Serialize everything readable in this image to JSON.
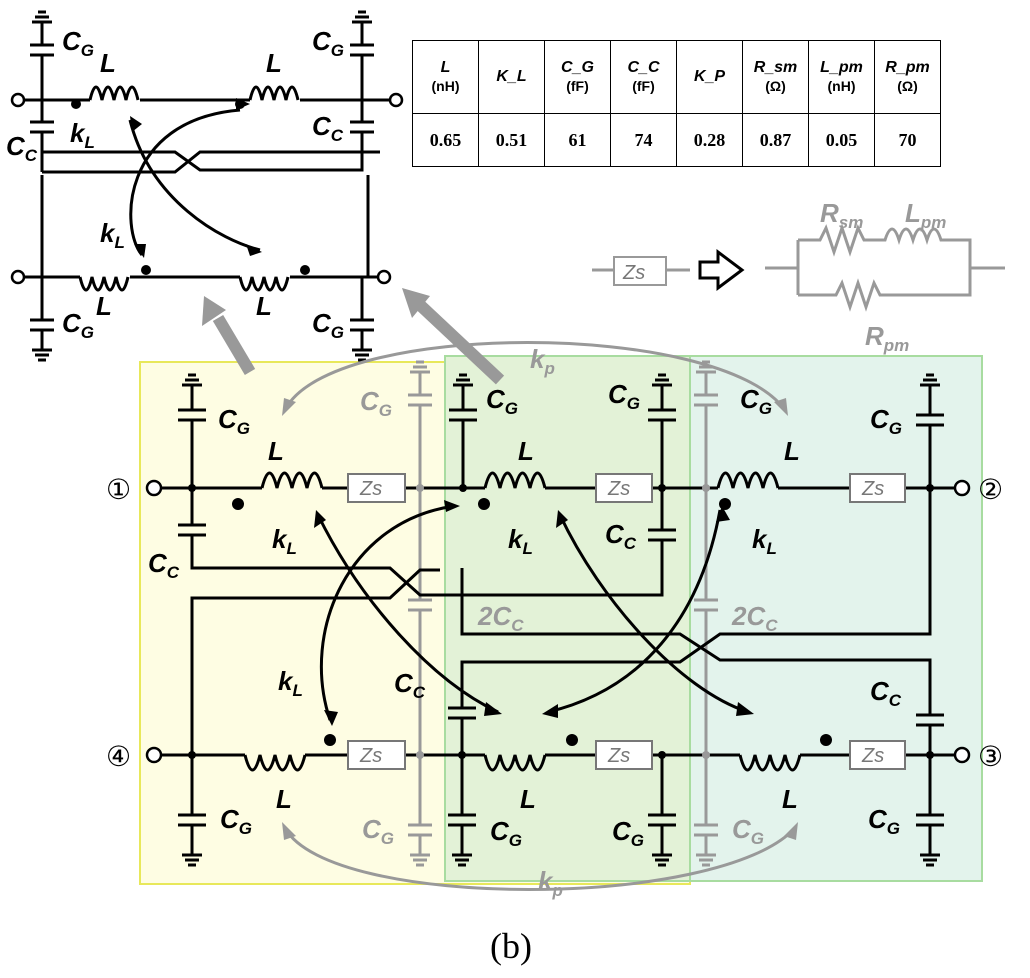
{
  "table": {
    "headers": [
      {
        "name": "L",
        "unit": "(nH)"
      },
      {
        "name": "K_L",
        "unit": ""
      },
      {
        "name": "C_G",
        "unit": "(fF)"
      },
      {
        "name": "C_C",
        "unit": "(fF)"
      },
      {
        "name": "K_P",
        "unit": ""
      },
      {
        "name": "R_sm",
        "unit": "(Ω)"
      },
      {
        "name": "L_pm",
        "unit": "(nH)"
      },
      {
        "name": "R_pm",
        "unit": "(Ω)"
      }
    ],
    "values": [
      "0.65",
      "0.51",
      "61",
      "74",
      "0.28",
      "0.87",
      "0.05",
      "70"
    ]
  },
  "labels": {
    "L": "L",
    "C": "C",
    "k": "k",
    "Zs": "Zs",
    "G": "G",
    "Csub": "C",
    "Lsub": "L",
    "two_cc": "2C",
    "p": "p",
    "R": "R",
    "sm": "sm",
    "pm": "pm"
  },
  "ports": {
    "p1": "①",
    "p2": "②",
    "p3": "③",
    "p4": "④"
  },
  "caption": "(b)",
  "colors": {
    "yellow_region": "#fefde3",
    "green_region": "#e3f2d7",
    "teal_region": "#e3f3ec",
    "gray": "#999999"
  }
}
